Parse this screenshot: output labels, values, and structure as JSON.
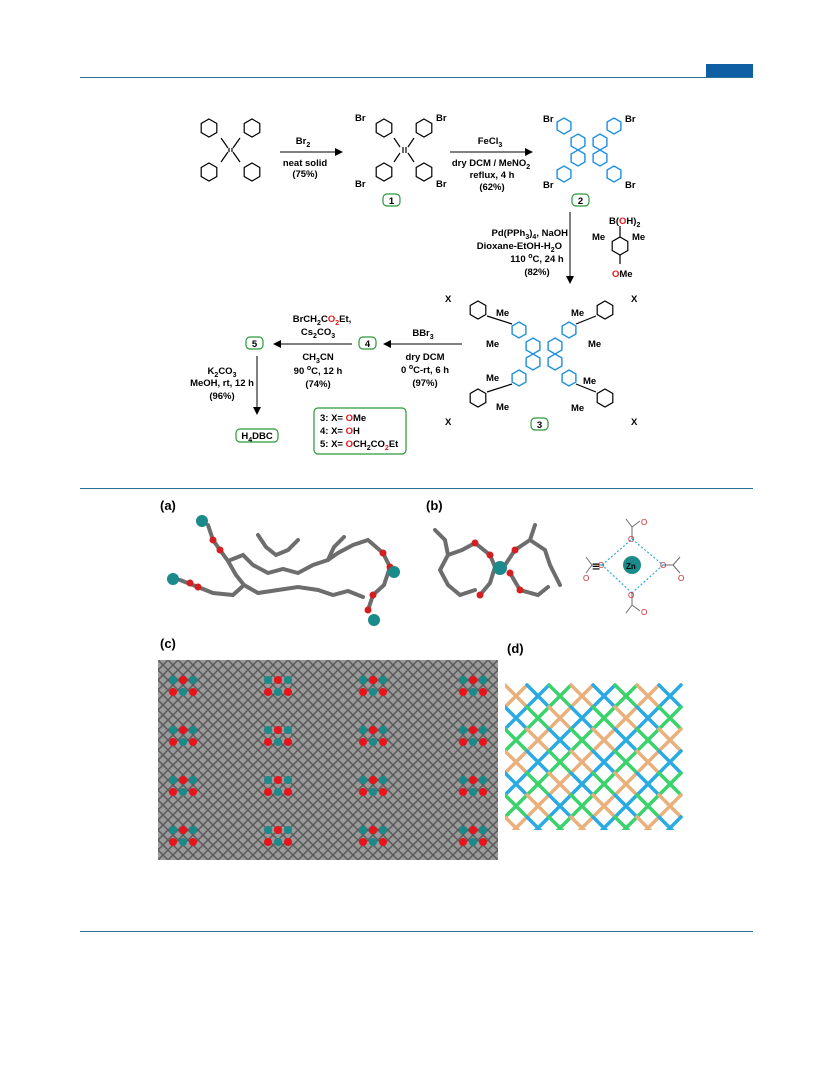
{
  "scheme": {
    "step1": {
      "reagent": "Br",
      "reagent_sub": "2",
      "cond1": "neat solid",
      "yield": "(75%)"
    },
    "step2": {
      "reagent": "FeCl",
      "reagent_sub": "3",
      "cond1a": "dry DCM / MeNO",
      "cond1a_sub": "2",
      "cond2": "reflux, 4 h",
      "yield": "(62%)"
    },
    "step3": {
      "l1": "Pd(PPh",
      "l1_sub": "3",
      "l1_rest": ")",
      "l1_sub2": "4",
      "l1_tail": ", NaOH",
      "l2": "Dioxane-EtOH-H",
      "l2_sub": "2",
      "l2_tail": "O",
      "l3": "110 ",
      "l3_sup": "o",
      "l3_tail": "C, 24 h",
      "yield": "(82%)",
      "boronic": "B(",
      "boronic_O": "O",
      "boronic_tail": "H)",
      "boronic_sub": "2",
      "me": "Me",
      "ome_O": "O",
      "ome_tail": "Me"
    },
    "step4": {
      "reagent": "BBr",
      "reagent_sub": "3",
      "cond1": "dry DCM",
      "cond2a": "0 ",
      "cond2_sup": "o",
      "cond2b": "C-rt, 6 h",
      "yield": "(97%)"
    },
    "step5": {
      "l1a": "BrCH",
      "l1_sub": "2",
      "l1b": "C",
      "l1_O": "O",
      "l1_sub2": "2",
      "l1c": "Et,",
      "l2a": "Cs",
      "l2_sub": "2",
      "l2b": "CO",
      "l2_sub2": "3",
      "l3a": "CH",
      "l3_sub": "3",
      "l3b": "CN",
      "l4a": "90 ",
      "l4_sup": "o",
      "l4b": "C, 12 h",
      "yield": "(74%)"
    },
    "step6": {
      "l1a": "K",
      "l1_sub": "2",
      "l1b": "CO",
      "l1_sub2": "3",
      "l2": "MeOH, rt, 12 h",
      "yield": "(96%)"
    },
    "compounds": {
      "c1": "1",
      "c2": "2",
      "c3": "3",
      "c4": "4",
      "c5": "5",
      "product_a": "H",
      "product_sub": "4",
      "product_b": "DBC"
    },
    "legend": {
      "r1": {
        "num": "3",
        "text": ": X= ",
        "red": "O",
        "rest": "Me"
      },
      "r2": {
        "num": "4",
        "text": ": X= ",
        "red": "O",
        "rest": "H"
      },
      "r3": {
        "num": "5",
        "text": ": X= ",
        "red": "O",
        "rest": "CH",
        "sub": "2",
        "rest2": "CO",
        "red2": "2",
        "rest3": "Et"
      }
    },
    "atoms": {
      "br": "Br",
      "x": "X",
      "me": "Me",
      "zn": "Zn",
      "o": "O"
    }
  },
  "panels": {
    "a": "(a)",
    "b": "(b)",
    "c": "(c)",
    "d": "(d)",
    "equiv": "≡"
  },
  "colors": {
    "rule": "#2f6f93",
    "tab": "#0e5fa3",
    "blue": "#1c8fe0",
    "red": "#e8141a",
    "green": "#2a9a3a",
    "teal": "#1a8a8a",
    "tan": "#e9b07c",
    "cyan": "#2aaae2",
    "lime": "#3ad36b"
  }
}
